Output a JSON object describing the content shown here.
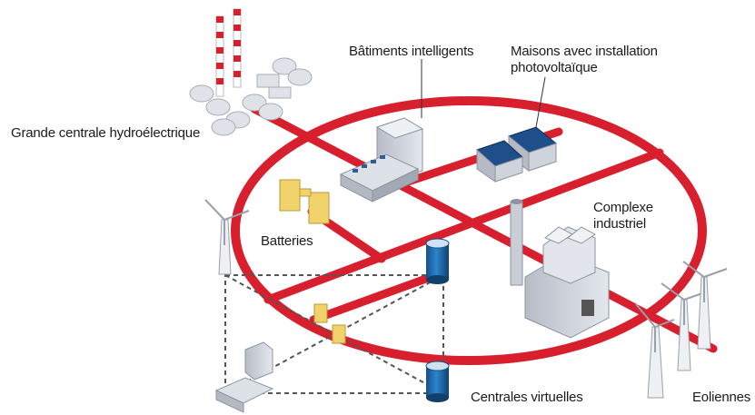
{
  "labels": {
    "hydro_plant": "Grande centrale hydroélectrique",
    "smart_buildings": "Bâtiments intelligents",
    "pv_houses_line1": "Maisons avec installation",
    "pv_houses_line2": "photovoltaïque",
    "industrial_line1": "Complexe",
    "industrial_line2": "industriel",
    "batteries": "Batteries",
    "virtual_plants": "Centrales virtuelles",
    "wind_turbines": "Eoliennes"
  },
  "colors": {
    "grid_red": "#d81f2e",
    "battery_yellow": "#f2d36b",
    "storage_blue": "#1f6fb5",
    "building_grey": "#c9cdd6",
    "chimney_red": "#d81f2e",
    "dashed_link": "#555555"
  }
}
